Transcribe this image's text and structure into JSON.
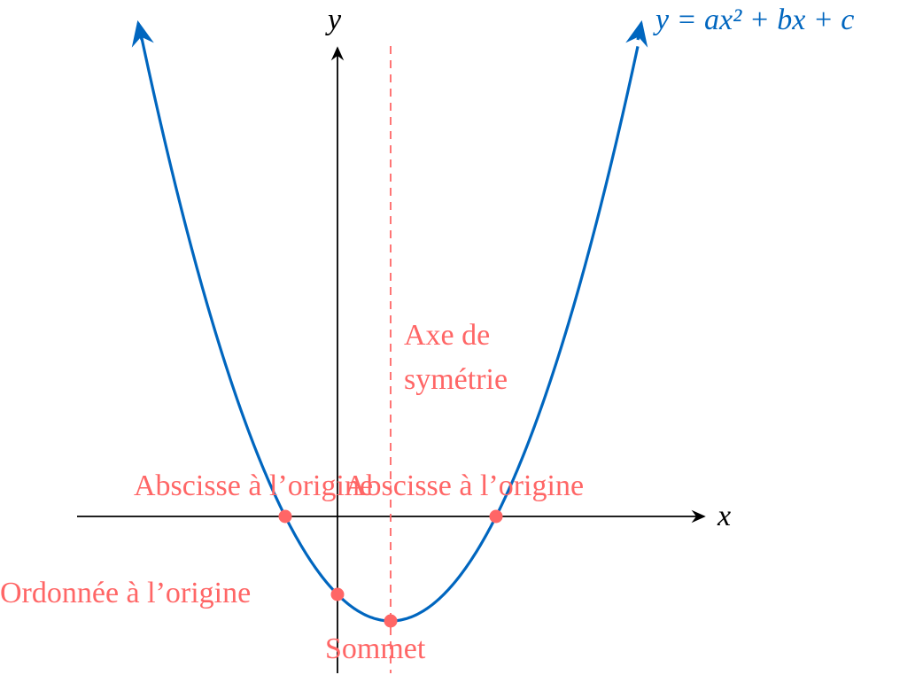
{
  "labels": {
    "y_axis": "y",
    "x_axis": "x",
    "equation": "y = ax² + bx + c",
    "axis_of_symmetry_line1": "Axe de",
    "axis_of_symmetry_line2": "symétrie",
    "x_intercept_left": "Abscisse à l’origine",
    "x_intercept_right": "Abscisse à l’origine",
    "y_intercept": "Ordonnée à l’origine",
    "vertex": "Sommet"
  },
  "colors": {
    "curve": "#0066bf",
    "annotation": "#ff6666",
    "axes": "#000000"
  }
}
